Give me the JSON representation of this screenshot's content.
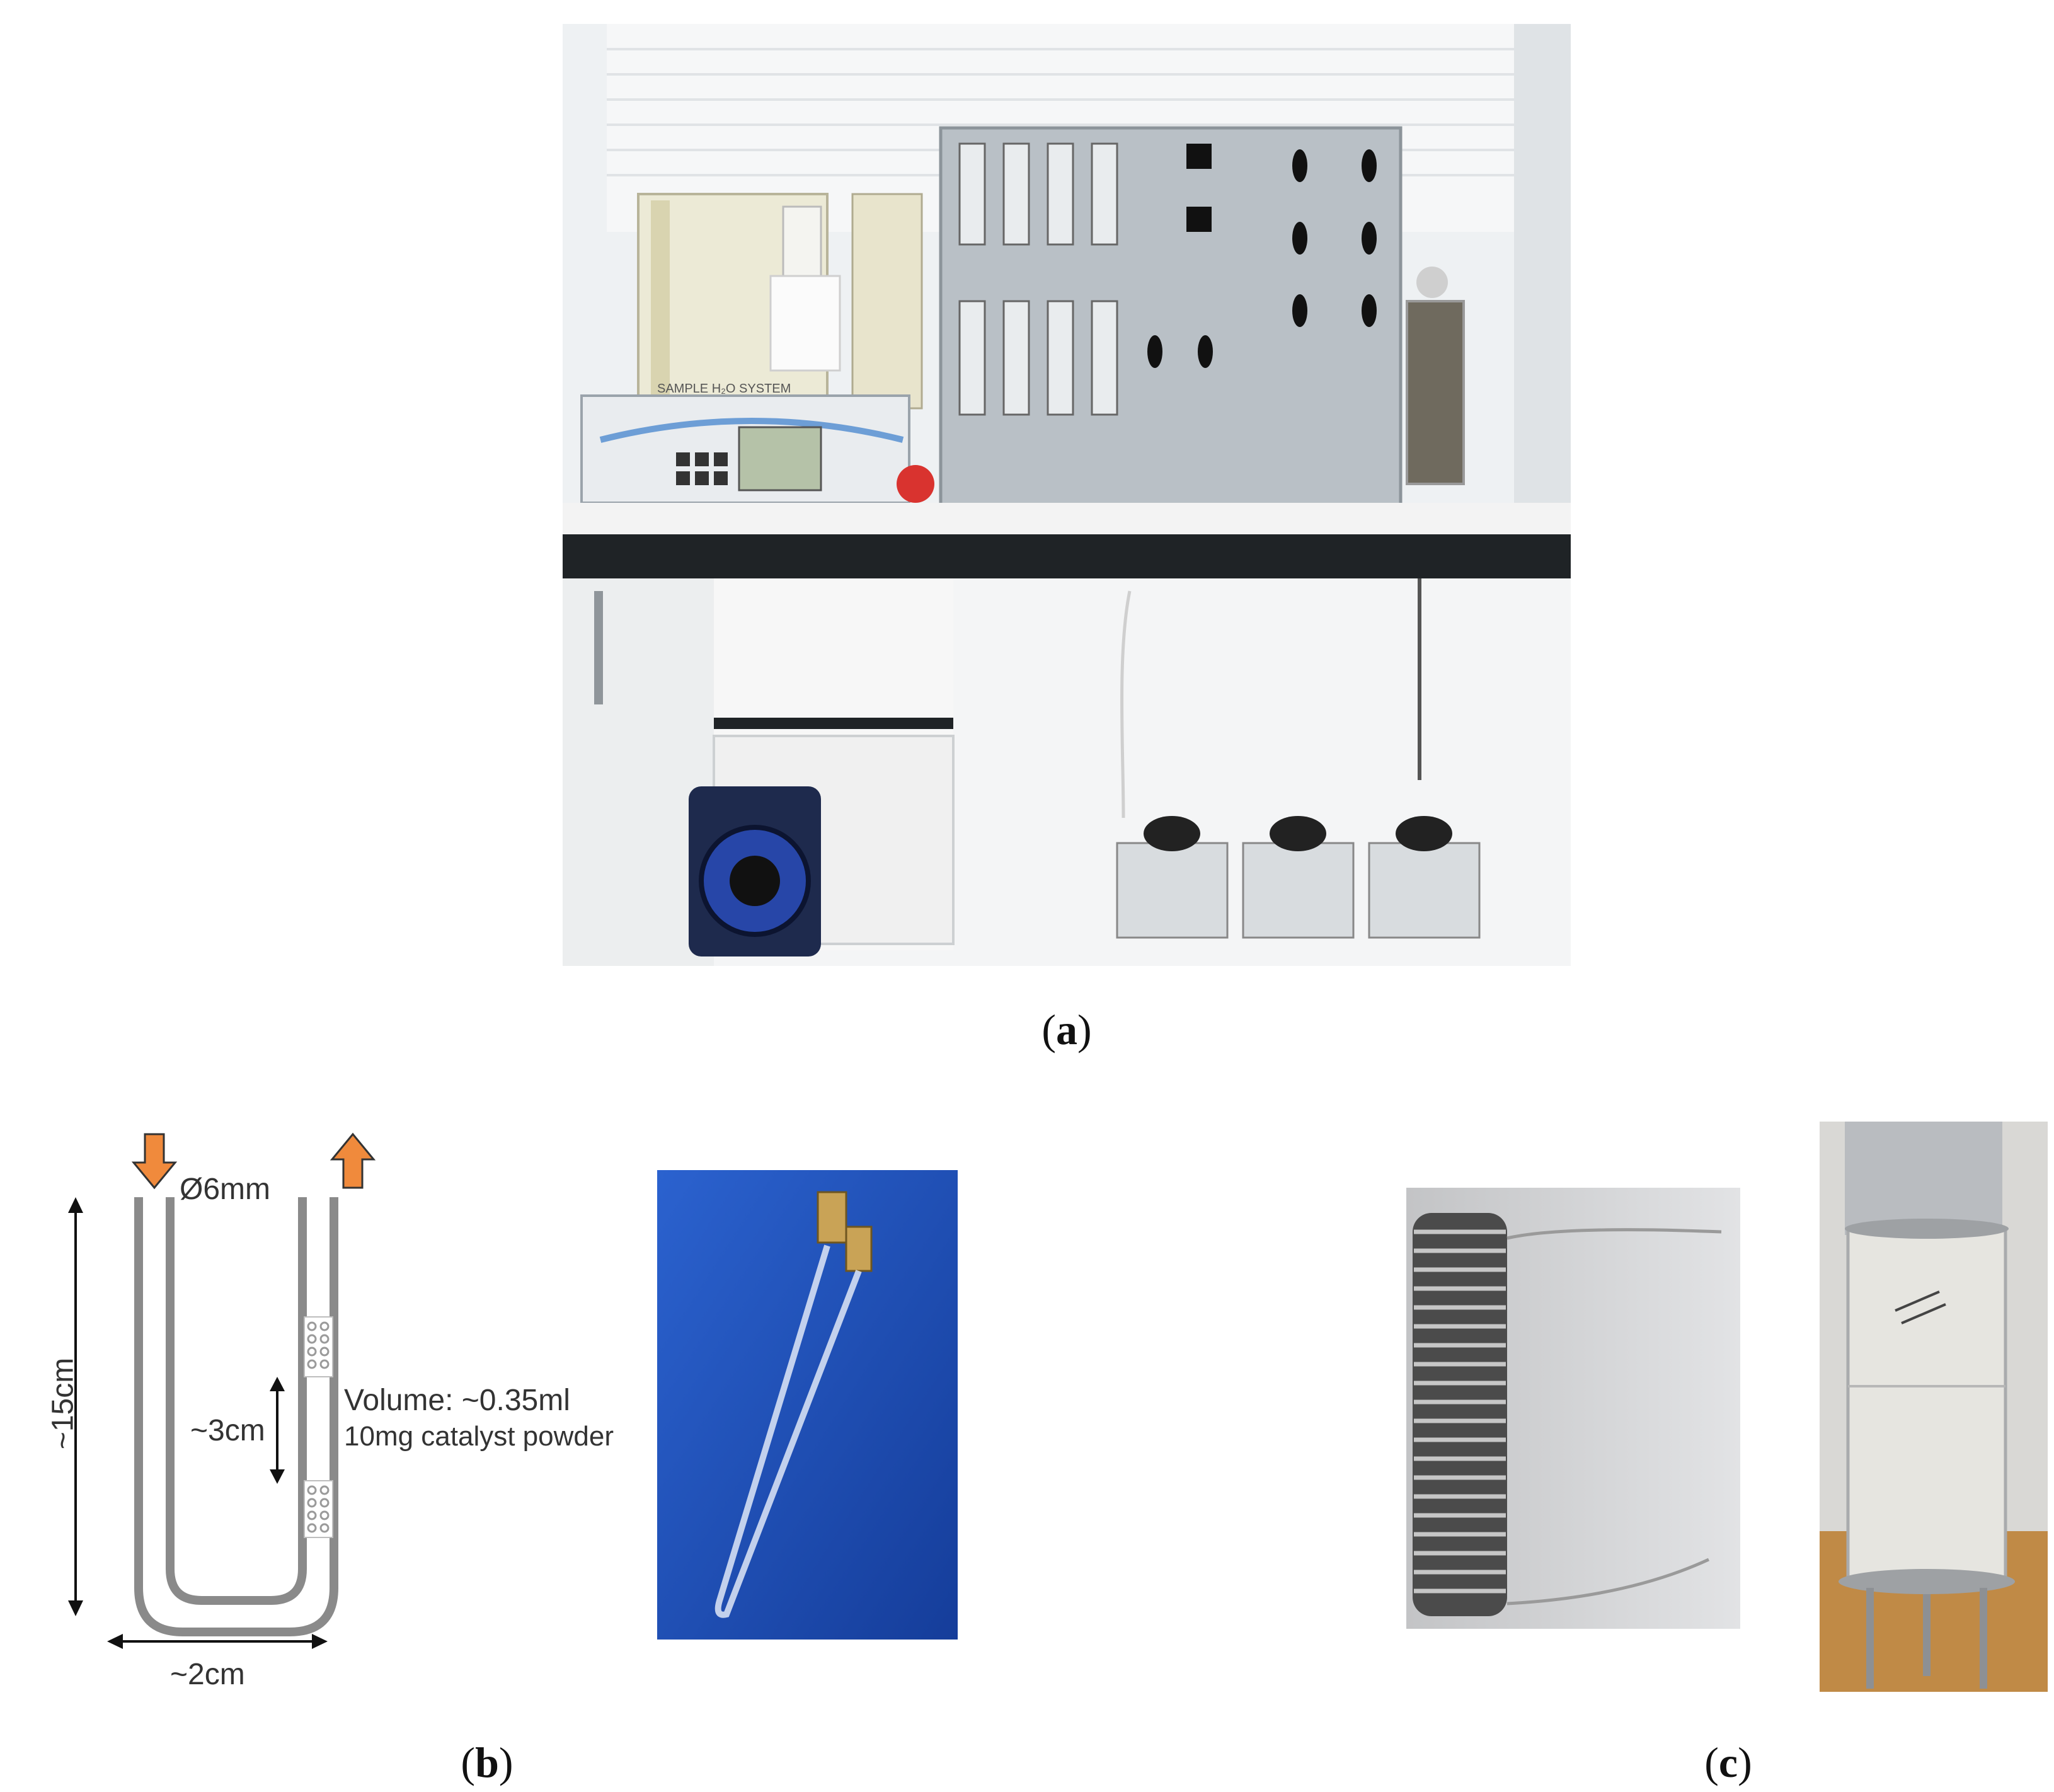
{
  "figure": {
    "panels": [
      {
        "id": "a",
        "label_open": "(",
        "label_letter": "a",
        "label_close": ")"
      },
      {
        "id": "b",
        "label_open": "(",
        "label_letter": "b",
        "label_close": ")"
      },
      {
        "id": "c",
        "label_open": "(",
        "label_letter": "c",
        "label_close": ")"
      }
    ],
    "photo_a": {
      "rig_plate": "SAMPLE H₂O SYSTEM"
    },
    "schematic_b": {
      "diameter_label": "Ø6mm",
      "height_label": "~15cm",
      "bed_length_label": "~3cm",
      "width_label": "~2cm",
      "volume_label": "Volume: ~0.35ml",
      "catalyst_label": "10mg catalyst powder",
      "inlet_arrow": "down-arrow-icon",
      "outlet_arrow": "up-arrow-icon"
    },
    "colors": {
      "arrow_fill": "#f08a3c",
      "photo_b_background": "#1f4fb5",
      "tube_stroke": "#8a8a8a"
    }
  }
}
